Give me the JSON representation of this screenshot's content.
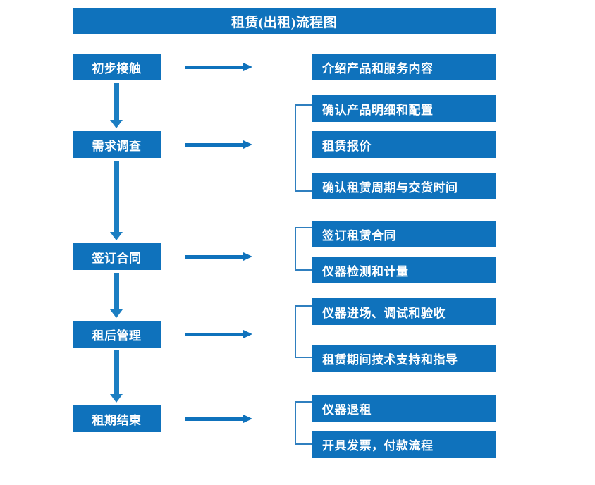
{
  "diagram": {
    "title": "租赁(出租)流程图",
    "theme_color": "#0f72bc",
    "arrow_color": "#1b7ec2",
    "bracket_color": "#2f7fbf",
    "text_color": "#ffffff",
    "background": "#ffffff"
  },
  "stages": [
    {
      "id": "stage-1",
      "label": "初步接触"
    },
    {
      "id": "stage-2",
      "label": "需求调查"
    },
    {
      "id": "stage-3",
      "label": "签订合同"
    },
    {
      "id": "stage-4",
      "label": "租后管理"
    },
    {
      "id": "stage-5",
      "label": "租期结束"
    }
  ],
  "details": [
    {
      "id": "detail-1-1",
      "label": "介绍产品和服务内容",
      "stage": "stage-1",
      "grouped": false
    },
    {
      "id": "detail-2-1",
      "label": "确认产品明细和配置",
      "stage": "stage-2",
      "grouped": true
    },
    {
      "id": "detail-2-2",
      "label": "租赁报价",
      "stage": "stage-2",
      "grouped": true
    },
    {
      "id": "detail-2-3",
      "label": "确认租赁周期与交货时间",
      "stage": "stage-2",
      "grouped": true
    },
    {
      "id": "detail-3-1",
      "label": "签订租赁合同",
      "stage": "stage-3",
      "grouped": true
    },
    {
      "id": "detail-3-2",
      "label": "仪器检测和计量",
      "stage": "stage-3",
      "grouped": true
    },
    {
      "id": "detail-4-1",
      "label": "仪器进场、调试和验收",
      "stage": "stage-4",
      "grouped": true
    },
    {
      "id": "detail-4-2",
      "label": "租赁期间技术支持和指导",
      "stage": "stage-4",
      "grouped": true
    },
    {
      "id": "detail-5-1",
      "label": "仪器退租",
      "stage": "stage-5",
      "grouped": true
    },
    {
      "id": "detail-5-2",
      "label": "开具发票，付款流程",
      "stage": "stage-5",
      "grouped": true
    }
  ]
}
